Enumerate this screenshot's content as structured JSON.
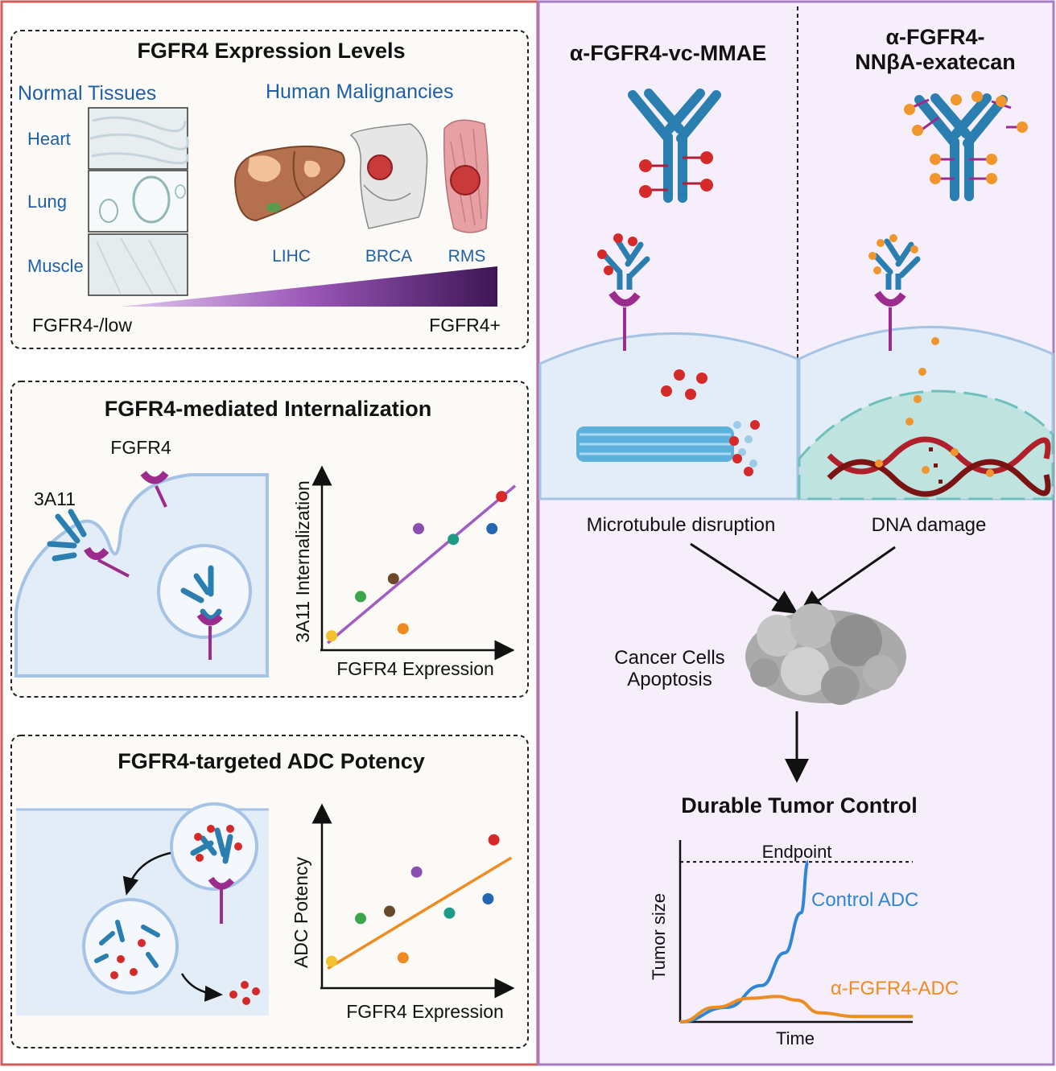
{
  "expression": {
    "title": "FGFR4 Expression Levels",
    "normal_header": "Normal Tissues",
    "malignant_header": "Human Malignancies",
    "tissues": [
      "Heart",
      "Lung",
      "Muscle"
    ],
    "cancers": [
      "LIHC",
      "BRCA",
      "RMS"
    ],
    "low_label": "FGFR4-/low",
    "high_label": "FGFR4+"
  },
  "internalization": {
    "title": "FGFR4-mediated Internalization",
    "receptor_label": "FGFR4",
    "antibody_label": "3A11",
    "xlabel": "FGFR4 Expression",
    "ylabel": "3A11 Internalization"
  },
  "potency": {
    "title": "FGFR4-targeted ADC Potency",
    "xlabel": "FGFR4 Expression",
    "ylabel": "ADC Potency"
  },
  "mechanism": {
    "adc1": "α-FGFR4-vc-MMAE",
    "adc2_line1": "α-FGFR4-",
    "adc2_line2": "NNβA-exatecan",
    "effect1": "Microtubule disruption",
    "effect2": "DNA damage",
    "apoptosis_line1": "Cancer Cells",
    "apoptosis_line2": "Apoptosis",
    "outcome": "Durable Tumor Control"
  },
  "tumor_chart": {
    "endpoint_label": "Endpoint",
    "xlabel": "Time",
    "ylabel": "Tumor size",
    "control_label": "Control ADC",
    "treated_label": "α-FGFR4-ADC"
  },
  "colors": {
    "left_border": "#d25d5d",
    "right_border": "#a77bc4",
    "panel_bg": "#fcfaf7",
    "right_bg": "#f6eefa",
    "antibody": "#2a7fb0",
    "receptor": "#9b2c8e",
    "mmae": "#d62a2a",
    "exatecan": "#f0962c",
    "trend_internalization": "#a15cc4",
    "trend_potency": "#ee8c22",
    "control_curve": "#2f86d6",
    "treated_curve": "#ee8c22"
  },
  "chart_data": [
    {
      "type": "scatter",
      "xlabel": "FGFR4 Expression",
      "ylabel": "3A11 Internalization",
      "points": [
        {
          "x": 0.05,
          "y": 0.08,
          "color": "#f2c12e"
        },
        {
          "x": 0.2,
          "y": 0.3,
          "color": "#3aa64a"
        },
        {
          "x": 0.37,
          "y": 0.4,
          "color": "#6b4a2b"
        },
        {
          "x": 0.42,
          "y": 0.12,
          "color": "#ee8c22"
        },
        {
          "x": 0.5,
          "y": 0.68,
          "color": "#8a4fb0"
        },
        {
          "x": 0.68,
          "y": 0.62,
          "color": "#1f9a86"
        },
        {
          "x": 0.88,
          "y": 0.68,
          "color": "#2466b0"
        },
        {
          "x": 0.93,
          "y": 0.86,
          "color": "#d62a2a"
        }
      ],
      "trend": [
        [
          0.03,
          0.04
        ],
        [
          1.0,
          0.92
        ]
      ]
    },
    {
      "type": "scatter",
      "xlabel": "FGFR4 Expression",
      "ylabel": "ADC Potency",
      "points": [
        {
          "x": 0.05,
          "y": 0.15,
          "color": "#f2c12e"
        },
        {
          "x": 0.2,
          "y": 0.39,
          "color": "#3aa64a"
        },
        {
          "x": 0.35,
          "y": 0.43,
          "color": "#6b4a2b"
        },
        {
          "x": 0.42,
          "y": 0.17,
          "color": "#ee8c22"
        },
        {
          "x": 0.49,
          "y": 0.65,
          "color": "#8a4fb0"
        },
        {
          "x": 0.66,
          "y": 0.42,
          "color": "#1f9a86"
        },
        {
          "x": 0.86,
          "y": 0.5,
          "color": "#2466b0"
        },
        {
          "x": 0.89,
          "y": 0.83,
          "color": "#d62a2a"
        }
      ],
      "trend": [
        [
          0.03,
          0.11
        ],
        [
          0.98,
          0.73
        ]
      ]
    },
    {
      "type": "line",
      "xlabel": "Time",
      "ylabel": "Tumor size",
      "endpoint": 0.88,
      "series": [
        {
          "name": "Control ADC",
          "color": "#2f86d6",
          "points": [
            [
              0.0,
              0.0
            ],
            [
              0.2,
              0.08
            ],
            [
              0.35,
              0.2
            ],
            [
              0.45,
              0.38
            ],
            [
              0.52,
              0.6
            ],
            [
              0.55,
              0.88
            ]
          ]
        },
        {
          "name": "α-FGFR4-ADC",
          "color": "#ee8c22",
          "points": [
            [
              0.0,
              0.0
            ],
            [
              0.15,
              0.08
            ],
            [
              0.3,
              0.13
            ],
            [
              0.42,
              0.14
            ],
            [
              0.5,
              0.12
            ],
            [
              0.6,
              0.05
            ],
            [
              0.75,
              0.03
            ],
            [
              1.0,
              0.03
            ]
          ]
        }
      ]
    }
  ]
}
